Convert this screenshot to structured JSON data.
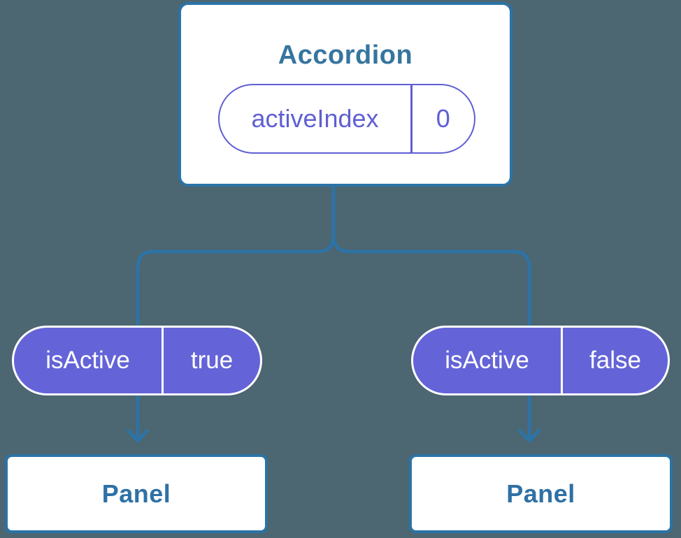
{
  "diagram": {
    "root": {
      "title": "Accordion",
      "state_pill": {
        "name": "activeIndex",
        "value": "0"
      }
    },
    "children": [
      {
        "pill": {
          "name": "isActive",
          "value": "true"
        },
        "box_label": "Panel"
      },
      {
        "pill": {
          "name": "isActive",
          "value": "false"
        },
        "box_label": "Panel"
      }
    ]
  },
  "icons": {
    "left_connector_arrow": "arrow-down-icon",
    "right_connector_arrow": "arrow-down-icon"
  },
  "colors": {
    "background": "#4c6672",
    "line_blue": "#2b74a9",
    "node_border_blue": "#2b73a6",
    "accordion_title_blue": "#36759e",
    "panel_label_blue": "#2e71a6",
    "pill_purple": "#6464d8",
    "state_pill_purple": "#5f5fd3",
    "node_background": "#ffffff",
    "pill_text_white": "#ffffff"
  }
}
